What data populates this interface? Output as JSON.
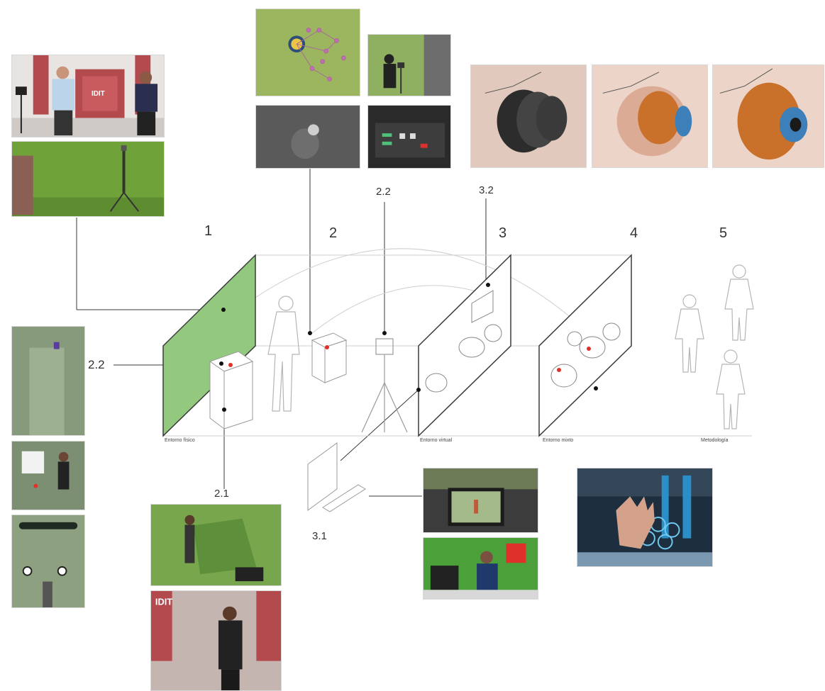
{
  "labels": {
    "stage_1": "1",
    "stage_2": "2",
    "stage_3": "3",
    "stage_4": "4",
    "stage_5": "5",
    "ref_2_2_top": "2.2",
    "ref_3_2": "3.2",
    "ref_2_2_left": "2.2",
    "ref_2_1": "2.1",
    "ref_3_1": "3.1"
  },
  "captions": {
    "physical": "Entorno físico",
    "virtual": "Entorno virtual",
    "mixed": "Entorno mixto",
    "methodology": "Metodología"
  },
  "photo_texts": {
    "banner_top": "IDIT",
    "banner_bottom": "IDIT"
  },
  "colors": {
    "green_screen": "#93c97f",
    "studio_green": "#6fa33a",
    "studio_red": "#b24a4e",
    "eye_orange": "#c9712b",
    "line": "#3a3a3a",
    "marker_red": "#e0302a"
  }
}
